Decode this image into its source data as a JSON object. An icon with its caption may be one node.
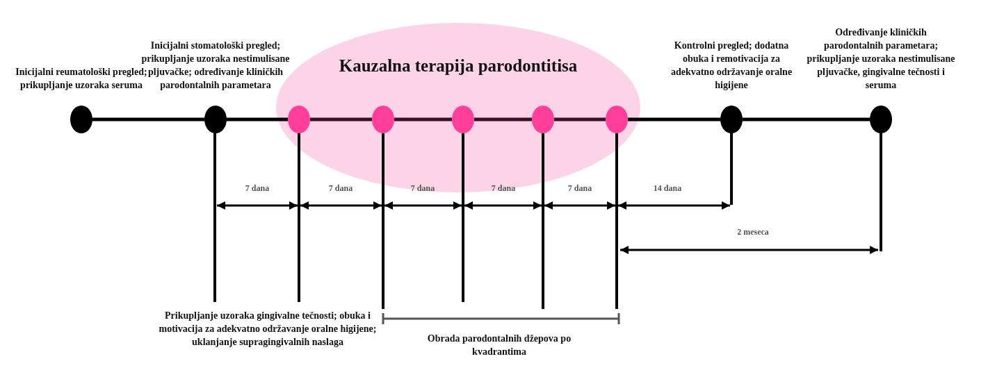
{
  "diagram": {
    "nodes": [
      {
        "text": [
          "Inicijalni reumatološki pregled; prikupljanje uzoraka seruma"
        ]
      },
      {
        "text": [
          "Inicijalni stomatološki pregled; prikupljanje uzoraka nestimulisane pljuvačke; određivanje kliničkih parodontalnih parametara"
        ]
      },
      {
        "text": [
          "Kauzalna terapija parodontitisa"
        ]
      },
      {
        "text": [],
        "shape": "circle",
        "in": 2
      },
      {
        "text": [],
        "shape": "circle",
        "in": 2
      },
      {
        "text": [],
        "shape": "circle",
        "in": 2
      },
      {
        "text": [],
        "shape": "circle",
        "in": 2
      },
      {
        "text": [],
        "shape": "circle",
        "in": 2
      },
      {
        "text": [
          "Kontrolni pregled; dodatna obuka i remotivacija za adekvatno održavanje oralne higijene"
        ]
      },
      {
        "text": [
          "Određivanje kliničkih parodontalnih parametara; prikupljanje uzoraka nestimulisane pljuvačke, gingivalne tečnosti i seruma"
        ]
      }
    ],
    "edges": [
      {
        "from": 0,
        "to": 1,
        "arrow": "none"
      },
      {
        "from": 1,
        "to": 3,
        "arrow": "none"
      },
      {
        "from": 3,
        "to": 4,
        "arrow": "none",
        "color": "#3b0f25"
      },
      {
        "from": 4,
        "to": 5,
        "arrow": "none",
        "color": "#3b0f25"
      },
      {
        "from": 5,
        "to": 6,
        "arrow": "none",
        "color": "#3b0f25"
      },
      {
        "from": 6,
        "to": 7,
        "arrow": "none",
        "color": "#3b0f25"
      },
      {
        "from": 7,
        "to": 8,
        "arrow": "none"
      },
      {
        "from": 8,
        "to": 9,
        "arrow": "none"
      }
    ],
    "labels": [
      "7 dana",
      "7 dana",
      "7 dana",
      "7 dana",
      "7 dana",
      "14 dana",
      "2 meseca",
      "Prikupljanje uzoraka gingivalne tečnosti; obuka i motivacija za adekvatno održavanje oralne higijene; uklanjanje supragingivalnih naslaga",
      "Obrada parodontalnih džepova po kvadrantima"
    ]
  }
}
